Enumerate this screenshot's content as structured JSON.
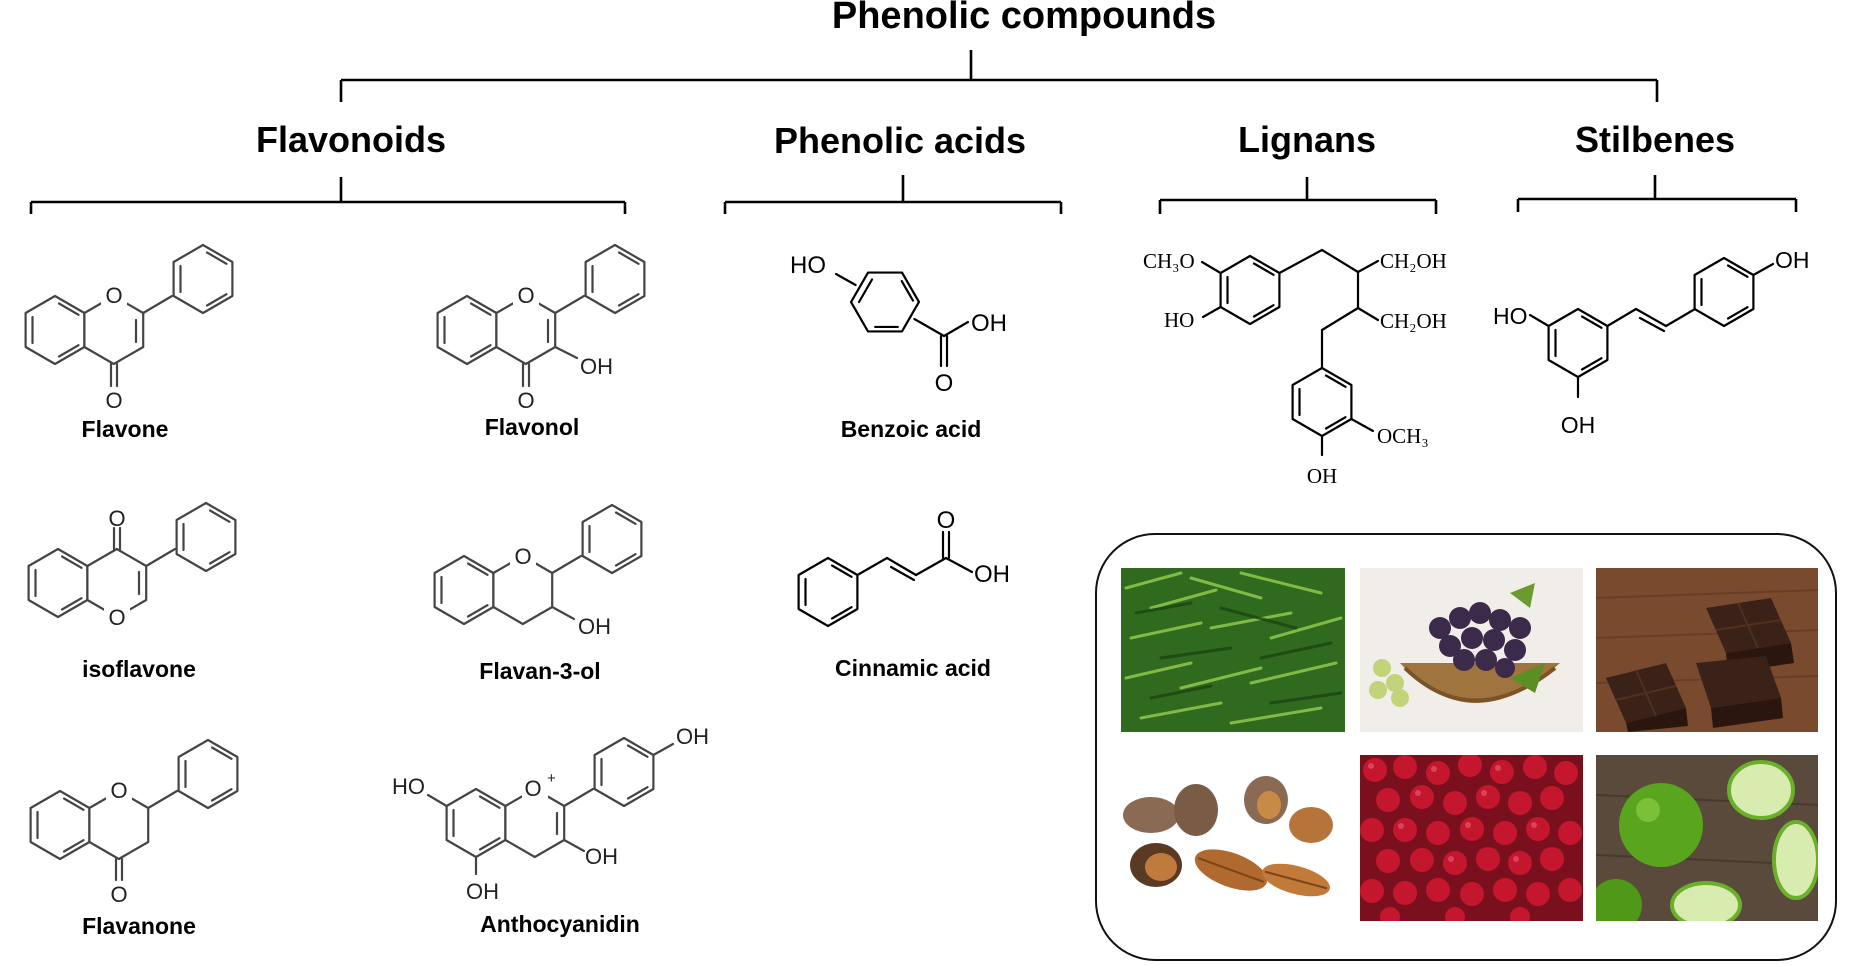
{
  "title": "Phenolic compounds",
  "categories": {
    "flavonoids": "Flavonoids",
    "phenolic_acids": "Phenolic acids",
    "lignans": "Lignans",
    "stilbenes": "Stilbenes"
  },
  "compounds": {
    "flavone": "Flavone",
    "flavonol": "Flavonol",
    "isoflavone": "isoflavone",
    "flavan3ol": "Flavan-3-ol",
    "flavanone": "Flavanone",
    "anthocyanidin": "Anthocyanidin",
    "benzoic_acid": "Benzoic acid",
    "cinnamic_acid": "Cinnamic acid"
  },
  "atoms": {
    "O": "O",
    "OH": "OH",
    "HO": "HO",
    "Oplus": "O",
    "plus": "+",
    "CH3O": "CH₃O",
    "OCH3": "OCH₃",
    "CH2OH": "CH₂OH"
  },
  "food_images": [
    {
      "icon": "green-tea-leaves-photo"
    },
    {
      "icon": "grapes-basket-photo"
    },
    {
      "icon": "dark-chocolate-photo"
    },
    {
      "icon": "pecan-nuts-photo"
    },
    {
      "icon": "cranberries-photo"
    },
    {
      "icon": "green-apples-photo"
    }
  ],
  "colors": {
    "tea": "#3f7d2a",
    "grape": "#3b2a4a",
    "chocolate": "#3a2218",
    "pecan": "#8a5a32",
    "cranberry": "#b3142a",
    "apple": "#5aa51e"
  }
}
